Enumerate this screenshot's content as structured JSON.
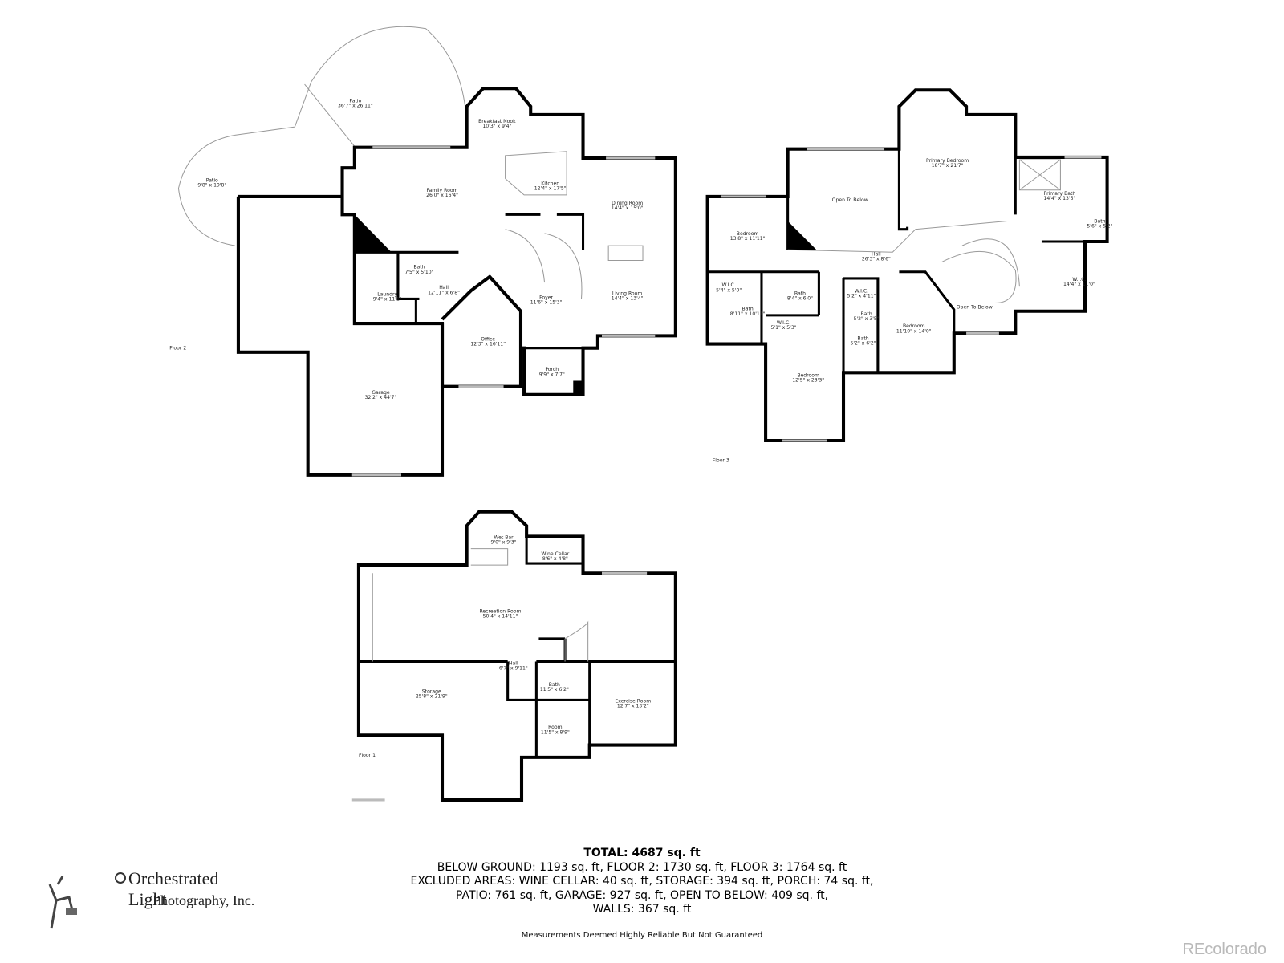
{
  "floor2": {
    "label": "Floor 2",
    "rooms": [
      {
        "name": "Patio",
        "dims": "36'7\" x 26'11\""
      },
      {
        "name": "Patio",
        "dims": "9'8\" x 19'8\""
      },
      {
        "name": "Breakfast Nook",
        "dims": "10'3\" x 9'4\""
      },
      {
        "name": "Family Room",
        "dims": "26'0\" x 16'4\""
      },
      {
        "name": "Kitchen",
        "dims": "12'4\" x 17'5\""
      },
      {
        "name": "Dining Room",
        "dims": "14'4\" x 15'0\""
      },
      {
        "name": "Bath",
        "dims": "7'5\" x 5'10\""
      },
      {
        "name": "Laundry",
        "dims": "9'4\" x 11'1\""
      },
      {
        "name": "Hall",
        "dims": "12'11\" x 6'8\""
      },
      {
        "name": "Foyer",
        "dims": "11'6\" x 15'3\""
      },
      {
        "name": "Living Room",
        "dims": "14'4\" x 13'4\""
      },
      {
        "name": "Office",
        "dims": "12'3\" x 16'11\""
      },
      {
        "name": "Porch",
        "dims": "9'9\" x 7'7\""
      },
      {
        "name": "Garage",
        "dims": "32'2\" x 44'7\""
      }
    ]
  },
  "floor3": {
    "label": "Floor 3",
    "rooms": [
      {
        "name": "Primary Bedroom",
        "dims": "18'7\" x 21'7\""
      },
      {
        "name": "Open To Below",
        "dims": ""
      },
      {
        "name": "Primary Bath",
        "dims": "14'4\" x 13'5\""
      },
      {
        "name": "Bath",
        "dims": "5'6\" x 5'2\""
      },
      {
        "name": "Bedroom",
        "dims": "13'8\" x 11'11\""
      },
      {
        "name": "Hall",
        "dims": "26'3\" x 8'6\""
      },
      {
        "name": "W.I.C.",
        "dims": "5'4\" x 5'0\""
      },
      {
        "name": "Bath",
        "dims": "8'4\" x 6'0\""
      },
      {
        "name": "W.I.C.",
        "dims": "5'2\" x 4'11\""
      },
      {
        "name": "Open To Below",
        "dims": ""
      },
      {
        "name": "W.I.C.",
        "dims": "14'4\" x 11'0\""
      },
      {
        "name": "Bath",
        "dims": "8'11\" x 10'11\""
      },
      {
        "name": "Bath",
        "dims": "5'2\" x 3'5\""
      },
      {
        "name": "W.I.C.",
        "dims": "5'1\" x 5'3\""
      },
      {
        "name": "Bedroom",
        "dims": "11'10\" x 14'0\""
      },
      {
        "name": "Bath",
        "dims": "5'2\" x 6'2\""
      },
      {
        "name": "Bedroom",
        "dims": "12'5\" x 23'3\""
      }
    ]
  },
  "floor1": {
    "label": "Floor 1",
    "rooms": [
      {
        "name": "Wet Bar",
        "dims": "9'0\" x 9'3\""
      },
      {
        "name": "Wine Cellar",
        "dims": "8'6\" x 4'8\""
      },
      {
        "name": "Recreation Room",
        "dims": "50'4\" x 14'11\""
      },
      {
        "name": "Hall",
        "dims": "6'7\" x 9'11\""
      },
      {
        "name": "Bath",
        "dims": "11'5\" x 6'2\""
      },
      {
        "name": "Storage",
        "dims": "25'8\" x 21'9\""
      },
      {
        "name": "Exercise Room",
        "dims": "12'7\" x 13'2\""
      },
      {
        "name": "Room",
        "dims": "11'5\" x 8'9\""
      }
    ]
  },
  "summary": {
    "total": "TOTAL: 4687 sq. ft",
    "line1": "BELOW GROUND: 1193 sq. ft, FLOOR 2: 1730 sq. ft, FLOOR 3: 1764 sq. ft",
    "line2": "EXCLUDED AREAS: WINE CELLAR: 40 sq. ft, STORAGE: 394 sq. ft, PORCH: 74 sq. ft,",
    "line3": "PATIO: 761 sq. ft, GARAGE: 927 sq. ft, OPEN TO BELOW: 409 sq. ft,",
    "line4": "WALLS: 367 sq. ft"
  },
  "disclaimer": "Measurements Deemed Highly Reliable But Not Guaranteed",
  "logo": {
    "line1": "Orchestrated Light",
    "line2": "Photography, Inc."
  },
  "watermark": "REcolorado"
}
